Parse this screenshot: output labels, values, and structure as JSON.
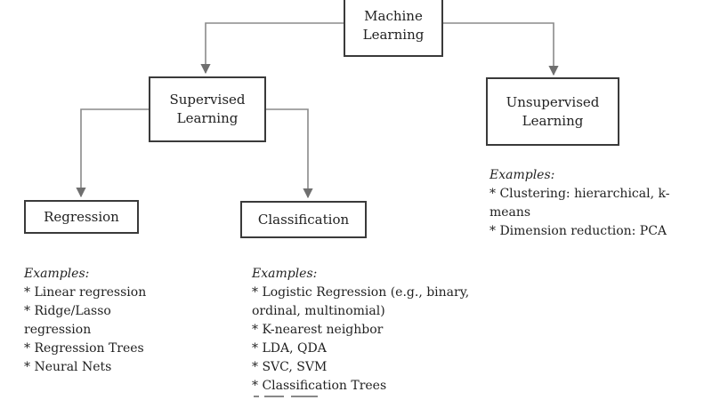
{
  "nodes": {
    "root": {
      "line1": "Machine",
      "line2": "Learning"
    },
    "supervised": {
      "line1": "Supervised",
      "line2": "Learning"
    },
    "unsupervised": {
      "line1": "Unsupervised",
      "line2": "Learning"
    },
    "regression": {
      "label": "Regression"
    },
    "classification": {
      "label": "Classification"
    }
  },
  "examples": {
    "unsupervised": {
      "heading": "Examples:",
      "items": [
        "Clustering: hierarchical, k-means",
        "Dimension reduction: PCA"
      ]
    },
    "regression": {
      "heading": "Examples:",
      "items": [
        "Linear regression",
        "Ridge/Lasso regression",
        "Regression Trees",
        "Neural Nets"
      ]
    },
    "classification": {
      "heading": "Examples:",
      "items": [
        "Logistic Regression (e.g., binary, ordinal, multinomial)",
        "K-nearest neighbor",
        "LDA, QDA",
        "SVC, SVM",
        "Classification Trees"
      ]
    }
  },
  "colors": {
    "connector": "#8a8a8a",
    "box_border": "#3a3a3a",
    "text": "#222222"
  }
}
